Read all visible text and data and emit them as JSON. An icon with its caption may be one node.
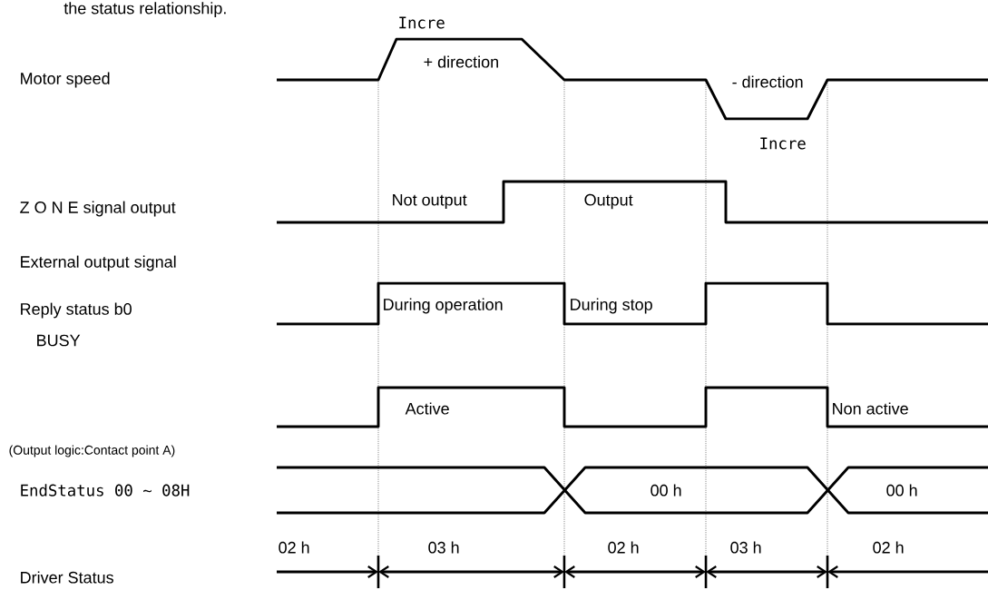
{
  "diagram": {
    "title": "the status relationship.",
    "labels": [
      "Incre",
      "Motor speed",
      "+ direction",
      "- direction",
      "Incre",
      "Z O N E signal output",
      "Not output",
      "Output",
      "Reply status b0",
      "During operation",
      "During stop",
      "External output signal",
      "BUSY",
      "Active",
      "Non active",
      "(Output logic:Contact point A)",
      "EndStatus 00 ~ 08H",
      "00 h",
      "00 h",
      "02 h",
      "03 h",
      "02 h",
      "03 h",
      "02 h",
      "Driver Status"
    ]
  }
}
